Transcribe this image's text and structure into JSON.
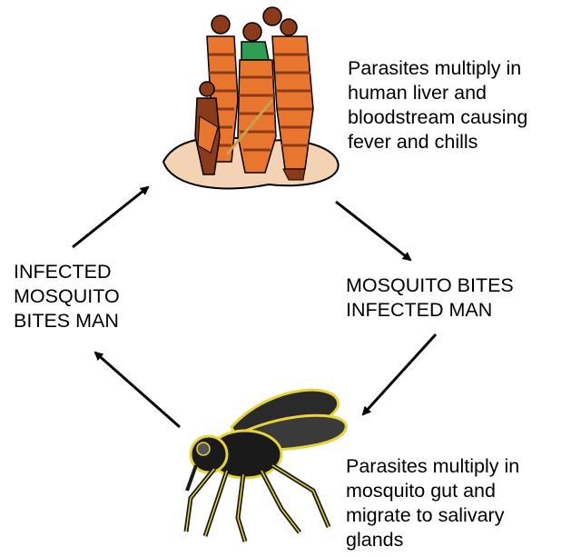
{
  "diagram": {
    "title": "",
    "nodes": {
      "human_stage": {
        "image": "group-of-people-illustration",
        "text": "Parasites multiply in\nhuman liver and\nbloodstream causing\nfever and chills"
      },
      "mosquito_stage": {
        "image": "mosquito-illustration",
        "text": "Parasites multiply in\nmosquito gut and\nmigrate to salivary\nglands"
      }
    },
    "edges": {
      "human_to_mosquito": {
        "label": "MOSQUITO BITES\nINFECTED MAN"
      },
      "mosquito_to_human": {
        "label": "INFECTED\nMOSQUITO\nBITES MAN"
      }
    },
    "colors": {
      "skin": "#8b3a1a",
      "robe": "#e8762f",
      "ground": "#f3d3b4",
      "scarf": "#2e9e55",
      "mosquito_body": "#1a1a1a",
      "mosquito_outline": "#e6d43a",
      "arrow": "#000000"
    }
  }
}
